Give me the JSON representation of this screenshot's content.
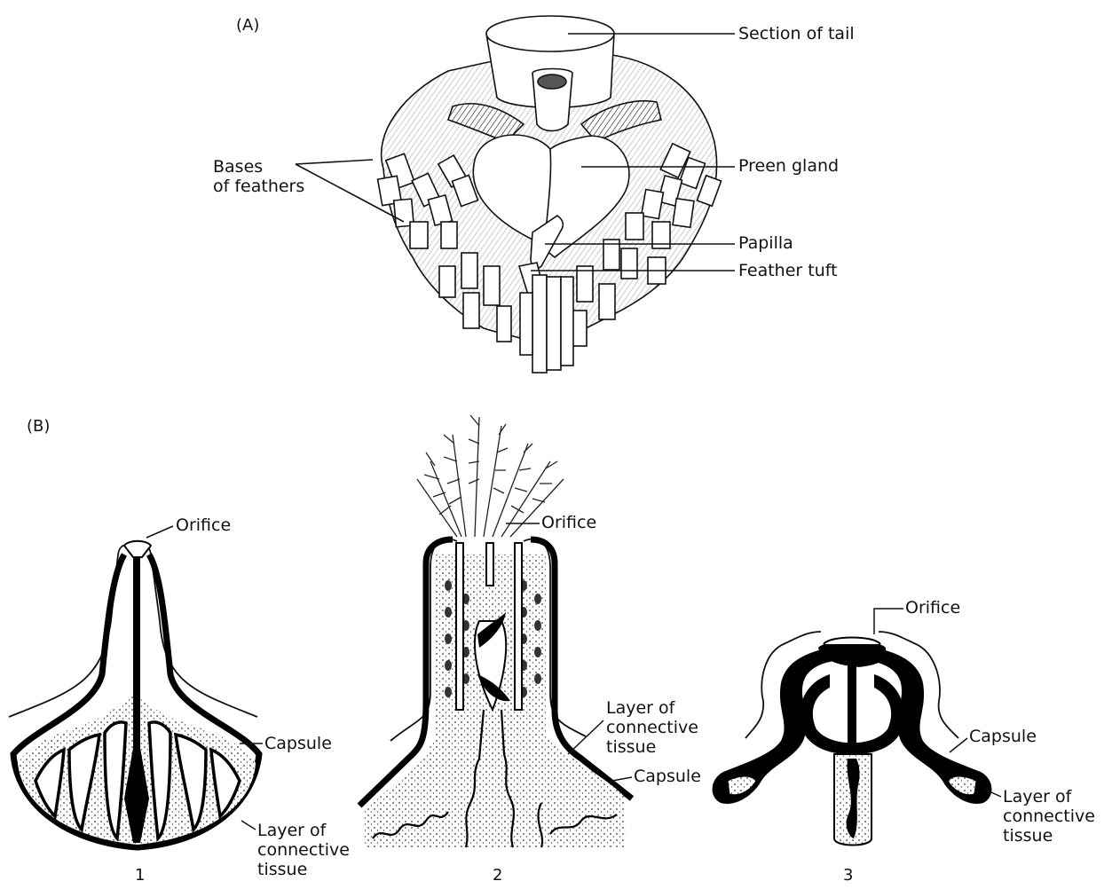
{
  "panels": {
    "a": "(A)",
    "b": "(B)"
  },
  "panel_a_labels": {
    "section_of_tail": "Section of tail",
    "bases_of_feathers": [
      "Bases",
      "of feathers"
    ],
    "preen_gland": "Preen gland",
    "papilla": "Papilla",
    "feather_tuft": "Feather tuft"
  },
  "panel_b": {
    "d1": {
      "number": "1",
      "orifice": "Orifice",
      "capsule": "Capsule",
      "connective": [
        "Layer of",
        "connective",
        "tissue"
      ]
    },
    "d2": {
      "number": "2",
      "orifice": "Orifice",
      "connective": [
        "Layer of",
        "connective",
        "tissue"
      ],
      "capsule": "Capsule"
    },
    "d3": {
      "number": "3",
      "orifice": "Orifice",
      "capsule": "Capsule",
      "connective": [
        "Layer of",
        "connective",
        "tissue"
      ]
    }
  }
}
